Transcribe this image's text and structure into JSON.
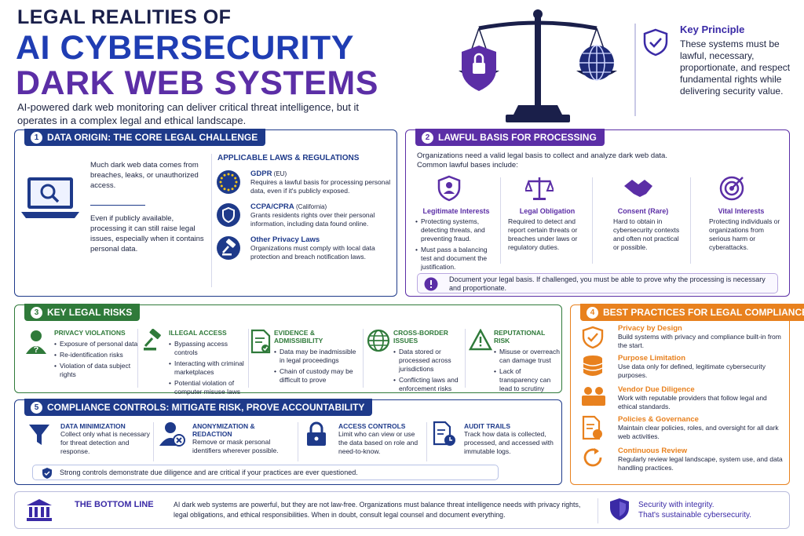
{
  "header": {
    "line1": "LEGAL REALITIES OF",
    "line2": "AI CYBERSECURITY",
    "line3": "DARK WEB SYSTEMS",
    "subtitle": "AI-powered dark web monitoring can deliver critical threat intelligence, but it operates in a complex legal and ethical landscape."
  },
  "key_principle": {
    "title": "Key Principle",
    "text": "These systems must be lawful, necessary, proportionate, and respect fundamental rights while delivering security value."
  },
  "section1": {
    "num": "1",
    "title": "DATA ORIGIN: THE CORE LEGAL CHALLENGE",
    "text_a": "Much dark web data comes from breaches, leaks, or unauthorized access.",
    "text_b": "Even if publicly available, processing it can still raise legal issues, especially when it contains personal data.",
    "laws_title": "APPLICABLE LAWS & REGULATIONS",
    "laws": [
      {
        "name": "GDPR",
        "suffix": " (EU)",
        "desc": "Requires a lawful basis for processing personal data, even if it's publicly exposed."
      },
      {
        "name": "CCPA/CPRA",
        "suffix": " (California)",
        "desc": "Grants residents rights over their personal information, including data found online."
      },
      {
        "name": "Other Privacy Laws",
        "suffix": "",
        "desc": "Organizations must comply with local data protection and breach notification laws."
      }
    ]
  },
  "section2": {
    "num": "2",
    "title": "LAWFUL BASIS FOR PROCESSING",
    "intro": "Organizations need a valid legal basis to collect and analyze dark web data. Common lawful bases include:",
    "bases": [
      {
        "title": "Legitimate Interests",
        "bullets": [
          "Protecting systems, detecting threats, and preventing fraud.",
          "Must pass a balancing test and document the justification."
        ]
      },
      {
        "title": "Legal Obligation",
        "text": "Required to detect and report certain threats or breaches under laws or regulatory duties."
      },
      {
        "title": "Consent (Rare)",
        "text": "Hard to obtain in cybersecurity contexts and often not practical or possible."
      },
      {
        "title": "Vital Interests",
        "text": "Protecting individuals or organizations from serious harm or cyberattacks."
      }
    ],
    "note": "Document your legal basis. If challenged, you must be able to prove why the processing is necessary and proportionate."
  },
  "section3": {
    "num": "3",
    "title": "KEY LEGAL RISKS",
    "risks": [
      {
        "title": "PRIVACY VIOLATIONS",
        "bullets": [
          "Exposure of personal data",
          "Re-identification risks",
          "Violation of data subject rights"
        ]
      },
      {
        "title": "ILLEGAL ACCESS",
        "bullets": [
          "Bypassing access controls",
          "Interacting with criminal marketplaces",
          "Potential violation of computer misuse laws"
        ]
      },
      {
        "title": "EVIDENCE & ADMISSIBILITY",
        "bullets": [
          "Data may be inadmissible in legal proceedings",
          "Chain of custody may be difficult to prove"
        ]
      },
      {
        "title": "CROSS-BORDER ISSUES",
        "bullets": [
          "Data stored or processed across jurisdictions",
          "Conflicting laws and enforcement risks"
        ]
      },
      {
        "title": "REPUTATIONAL RISK",
        "bullets": [
          "Misuse or overreach can damage trust",
          "Lack of transparency can lead to scrutiny"
        ]
      }
    ]
  },
  "section4": {
    "num": "4",
    "title": "BEST PRACTICES FOR LEGAL COMPLIANCE",
    "practices": [
      {
        "title": "Privacy by Design",
        "text": "Build systems with privacy and compliance built-in from the start."
      },
      {
        "title": "Purpose Limitation",
        "text": "Use data only for defined, legitimate cybersecurity purposes."
      },
      {
        "title": "Vendor Due Diligence",
        "text": "Work with reputable providers that follow legal and ethical standards."
      },
      {
        "title": "Policies & Governance",
        "text": "Maintain clear policies, roles, and oversight for all dark web activities."
      },
      {
        "title": "Continuous Review",
        "text": "Regularly review legal landscape, system use, and data handling practices."
      }
    ]
  },
  "section5": {
    "num": "5",
    "title": "COMPLIANCE CONTROLS: MITIGATE RISK, PROVE ACCOUNTABILITY",
    "controls": [
      {
        "title": "DATA MINIMIZATION",
        "text": "Collect only what is necessary for threat detection and response."
      },
      {
        "title": "ANONYMIZATION & REDACTION",
        "text": "Remove or mask personal identifiers wherever possible."
      },
      {
        "title": "ACCESS CONTROLS",
        "text": "Limit who can view or use the data based on role and need-to-know."
      },
      {
        "title": "AUDIT TRAILS",
        "text": "Track how data is collected, processed, and accessed with immutable logs."
      }
    ],
    "note": "Strong controls demonstrate due diligence and are critical if your practices are ever questioned."
  },
  "bottom": {
    "title": "THE BOTTOM LINE",
    "text": "AI dark web systems are powerful, but they are not law-free. Organizations must balance threat intelligence needs with privacy rights, legal obligations, and ethical responsibilities. When in doubt, consult legal counsel and document everything.",
    "tagline1": "Security with integrity.",
    "tagline2": "That's sustainable cybersecurity."
  },
  "colors": {
    "navy": "#1e3a8a",
    "purple": "#5b2ea6",
    "green": "#2f7a3a",
    "orange": "#e8811e"
  }
}
